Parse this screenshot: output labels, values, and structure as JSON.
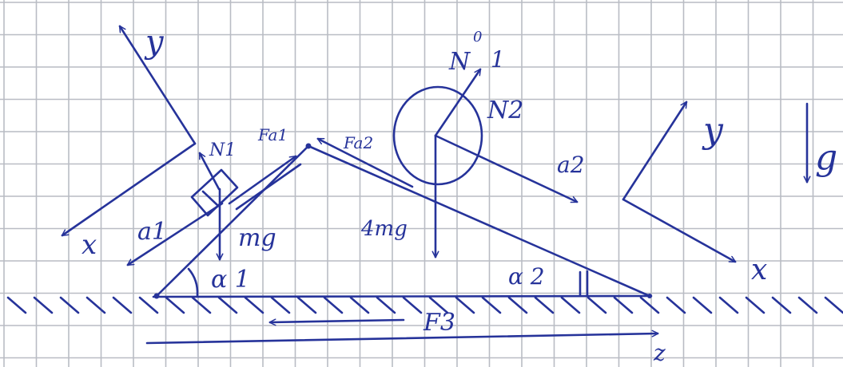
{
  "ink_color": "#26339a",
  "paper_color": "#ffffff",
  "grid_color": "#b9bcc4",
  "labels": {
    "y_left": "y",
    "x_left": "x",
    "N1": "N1",
    "F_a1": "Fa1",
    "F_a2": "Fa2",
    "a1": "a1",
    "mg": "mg",
    "alpha1": "α 1",
    "N_ring": "N",
    "zero_mark": "0",
    "one_mark": "1",
    "N2": "N2",
    "fourmg": "4mg",
    "a2": "a2",
    "alpha2": "α 2",
    "F3": "F3",
    "z": "z",
    "y_right": "y",
    "x_right": "x",
    "g": "g"
  }
}
